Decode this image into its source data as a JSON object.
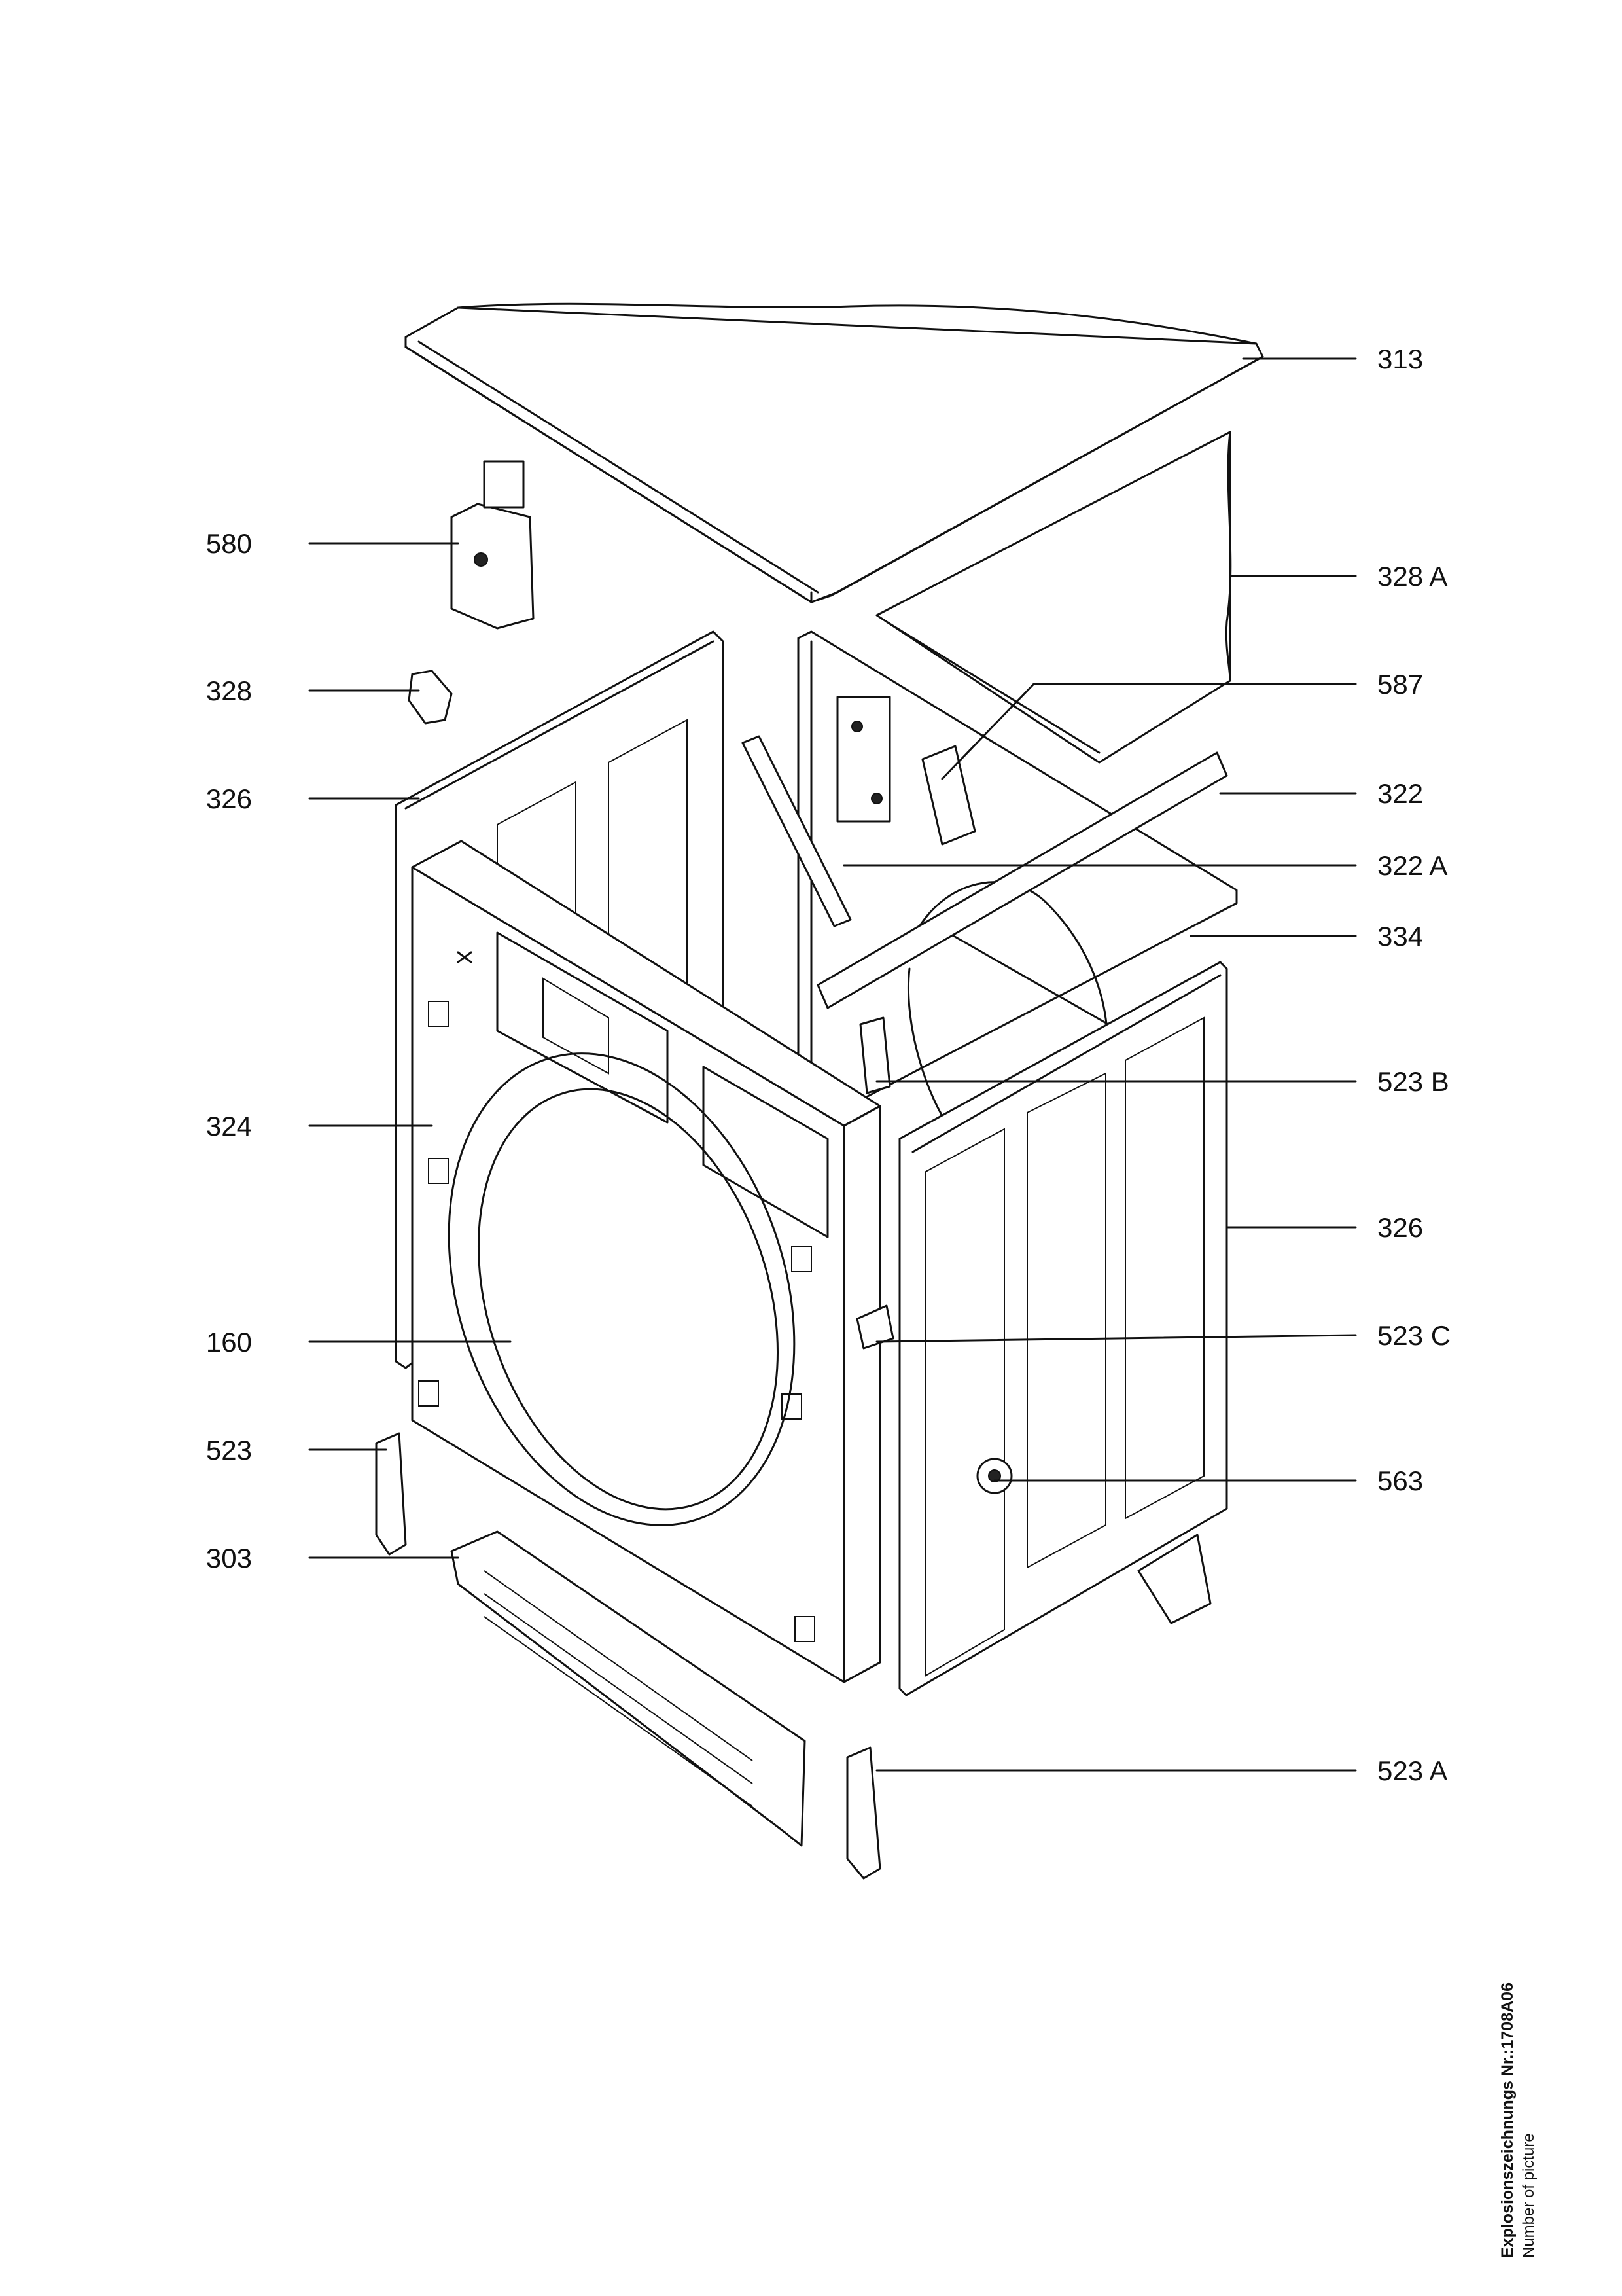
{
  "callouts_left": [
    {
      "id": "580",
      "label": "580"
    },
    {
      "id": "328",
      "label": "328"
    },
    {
      "id": "326-left",
      "label": "326"
    },
    {
      "id": "324",
      "label": "324"
    },
    {
      "id": "160",
      "label": "160"
    },
    {
      "id": "523",
      "label": "523"
    },
    {
      "id": "303",
      "label": "303"
    }
  ],
  "callouts_right": [
    {
      "id": "313",
      "label": "313"
    },
    {
      "id": "328a",
      "label": "328 A"
    },
    {
      "id": "587",
      "label": "587"
    },
    {
      "id": "322",
      "label": "322"
    },
    {
      "id": "322a",
      "label": "322 A"
    },
    {
      "id": "334",
      "label": "334"
    },
    {
      "id": "523b",
      "label": "523 B"
    },
    {
      "id": "326-right",
      "label": "326"
    },
    {
      "id": "523c",
      "label": "523 C"
    },
    {
      "id": "563",
      "label": "563"
    },
    {
      "id": "523a",
      "label": "523 A"
    }
  ],
  "footer": {
    "title": "Explosionszeichnungs Nr.:1708A06",
    "subtitle": "Number of picture"
  }
}
